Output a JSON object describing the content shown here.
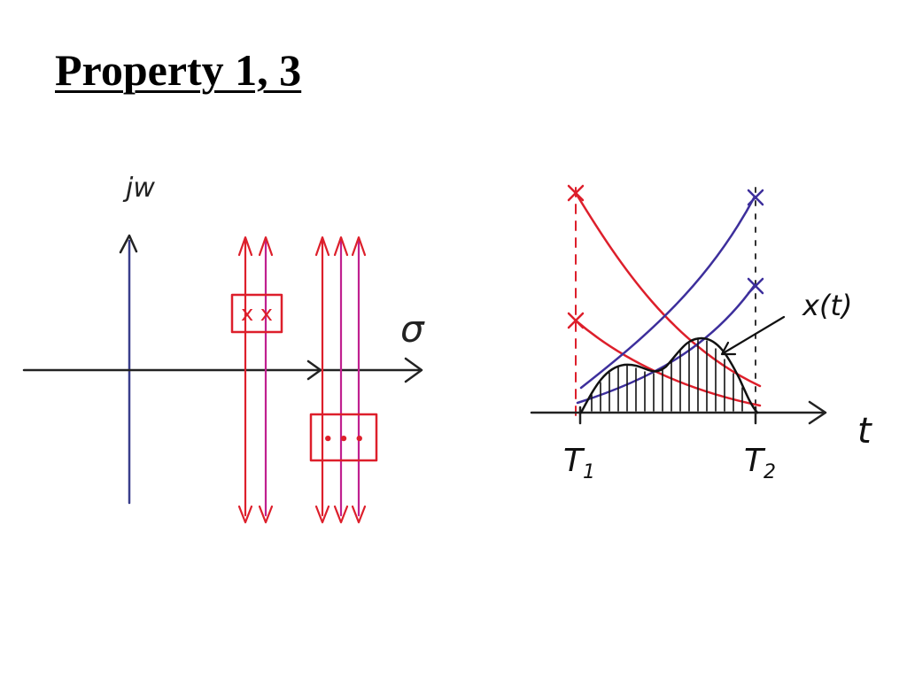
{
  "slide": {
    "title": "Property 1, 3"
  },
  "s_plane": {
    "jw_label": "jw",
    "sigma_label": "σ",
    "box1_poles": "x x",
    "box2_poles": "• • •"
  },
  "time_plot": {
    "t_label": "t",
    "T1_label": "T",
    "T1_sub": "1",
    "T2_label": "T",
    "T2_sub": "2",
    "signal_label": "x(t)"
  },
  "colors": {
    "axis": "#111111",
    "red": "#dd1f2b",
    "magenta": "#c0208f",
    "blue": "#3d2f9c",
    "jw_axis": "#3a3f8c"
  }
}
